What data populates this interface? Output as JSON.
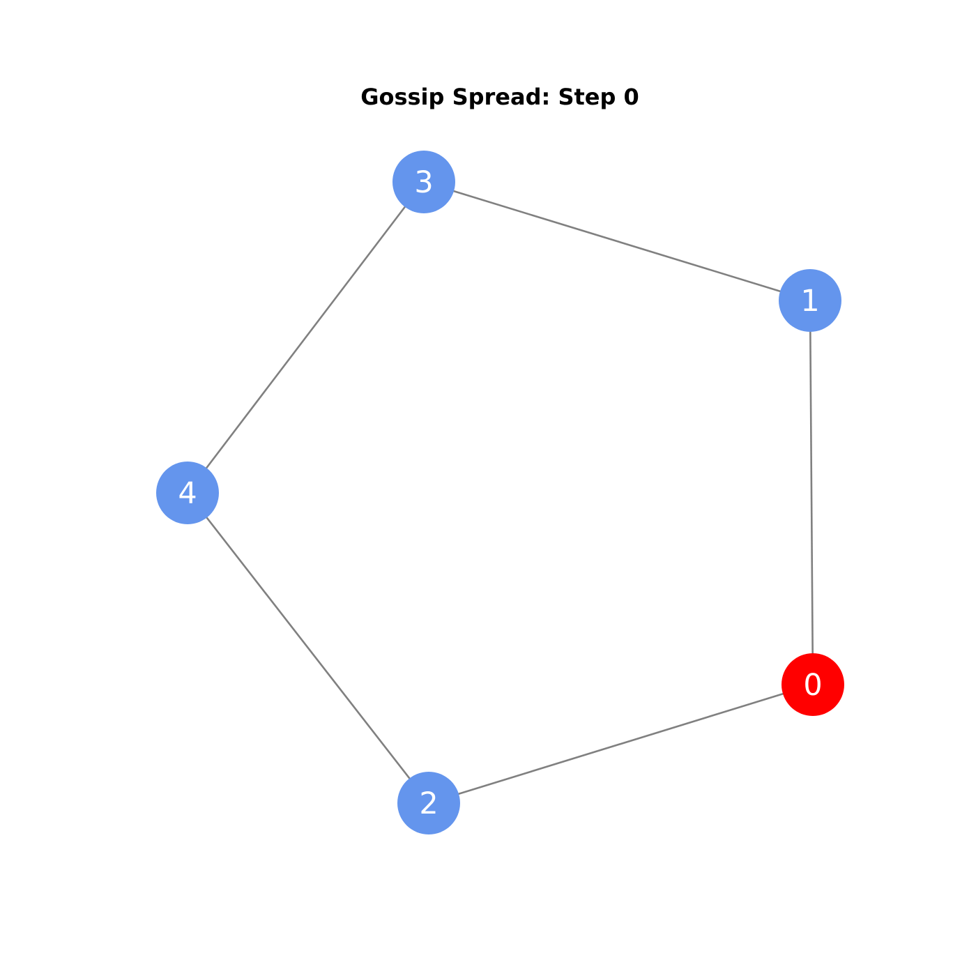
{
  "title": "Gossip Spread: Step 0",
  "graph": {
    "nodes": [
      {
        "id": "0",
        "label": "0",
        "state": "informed"
      },
      {
        "id": "1",
        "label": "1",
        "state": "uninformed"
      },
      {
        "id": "2",
        "label": "2",
        "state": "uninformed"
      },
      {
        "id": "3",
        "label": "3",
        "state": "uninformed"
      },
      {
        "id": "4",
        "label": "4",
        "state": "uninformed"
      }
    ],
    "edges": [
      {
        "source": "0",
        "target": "1"
      },
      {
        "source": "1",
        "target": "3"
      },
      {
        "source": "3",
        "target": "4"
      },
      {
        "source": "4",
        "target": "2"
      },
      {
        "source": "2",
        "target": "0"
      }
    ]
  },
  "colors": {
    "informed": "#ff0000",
    "uninformed": "#6495ed",
    "edge": "#808080",
    "label": "#ffffff"
  }
}
